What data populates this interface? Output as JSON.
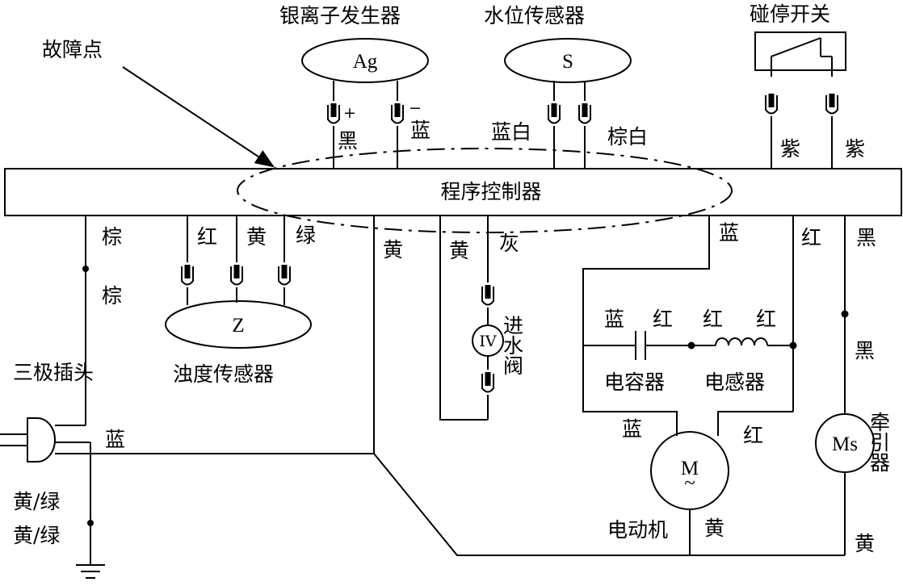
{
  "controller": "程序控制器",
  "fault_point": "故障点",
  "components": {
    "silver_ion": {
      "title": "银离子发生器",
      "symbol": "Ag",
      "plus": "+",
      "minus": "−",
      "wire_pos": "黑",
      "wire_neg": "蓝"
    },
    "water_level": {
      "title": "水位传感器",
      "symbol": "S",
      "wire_left": "蓝白",
      "wire_right": "棕白"
    },
    "collision_switch": {
      "title": "碰停开关",
      "wire_left": "紫",
      "wire_right": "紫"
    },
    "turbidity": {
      "title": "浊度传感器",
      "symbol": "Z",
      "wire_1": "红",
      "wire_2": "黄",
      "wire_3": "绿"
    },
    "inlet_valve": {
      "title": "进水阀",
      "symbol": "IV",
      "wire_1": "黄",
      "wire_2": "灰"
    },
    "capacitor": {
      "title": "电容器",
      "wire_left": "蓝",
      "wire_right": "红"
    },
    "inductor": {
      "title": "电感器",
      "wire_left": "红",
      "wire_right": "红"
    },
    "motor": {
      "title": "电动机",
      "symbol": "M",
      "symbol_sub": "~",
      "wire_left": "蓝",
      "wire_right": "红",
      "wire_bottom": "黄"
    },
    "traction": {
      "title": "牵引器",
      "symbol": "Ms",
      "wire_top": "黑",
      "wire_mid": "黑",
      "wire_bottom": "黄"
    },
    "plug": {
      "title": "三极插头",
      "wire_top_1": "棕",
      "wire_top_2": "棕",
      "wire_mid": "蓝",
      "wire_earth_1": "黄/绿",
      "wire_earth_2": "黄/绿"
    }
  },
  "controller_wires": {
    "yellow": "黄",
    "blue": "蓝",
    "red": "红"
  }
}
